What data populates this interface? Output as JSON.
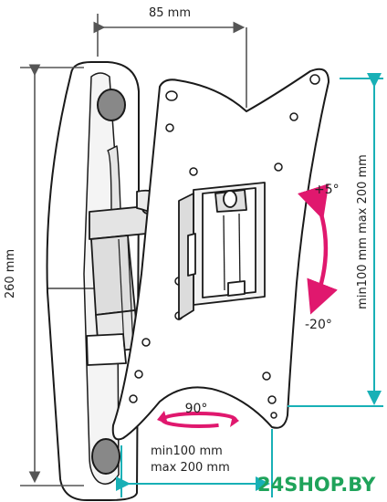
{
  "dimensions": {
    "depth": "85 mm",
    "height": "260 mm",
    "vesa_vertical": "min100 mm max 200 mm",
    "vesa_horizontal_line1": "min100 mm",
    "vesa_horizontal_line2": "max 200 mm"
  },
  "angles": {
    "tilt_up": "+5°",
    "tilt_down": "-20°",
    "swivel": "90°"
  },
  "watermark": "24SHOP.BY",
  "colors": {
    "dimension_line": "#555555",
    "vesa_line": "#18b0b6",
    "motion_arrow": "#e0186e",
    "line_art": "#1a1a1a",
    "brand": "#1fa35a"
  }
}
